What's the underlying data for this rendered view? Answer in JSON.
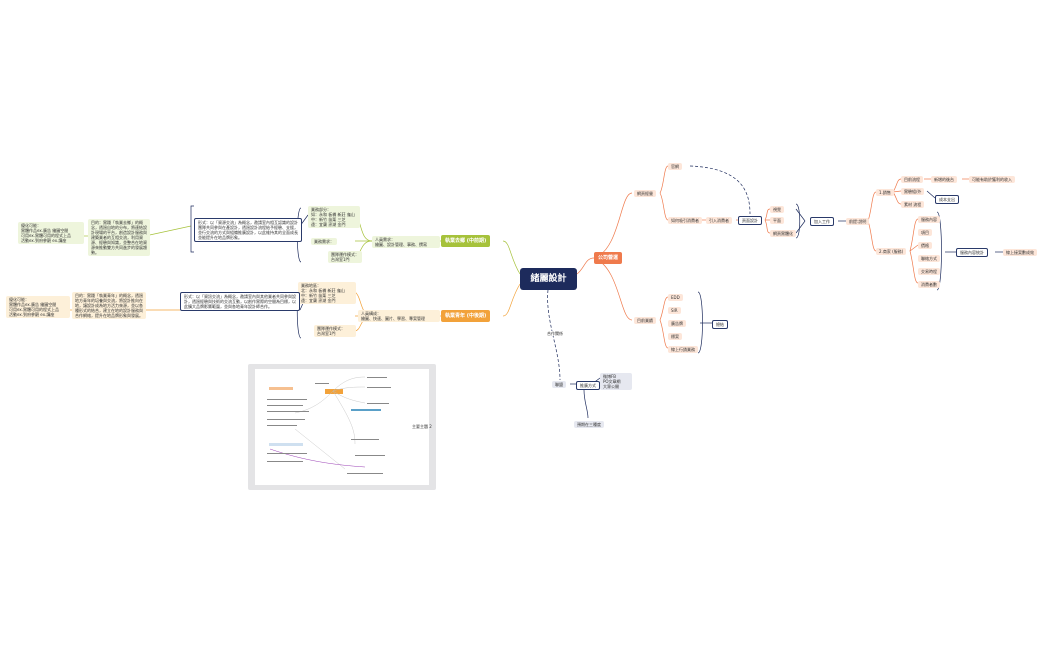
{
  "root": "緒麗設計",
  "company": {
    "label": "公司營運",
    "web": {
      "label": "網頁經營",
      "official": "官網",
      "sub": "如何吸引消費者",
      "incoming": "引入消費者",
      "design": "頁面設計",
      "design_items": [
        "視覺",
        "平面",
        "網頁實體化"
      ]
    },
    "vision": {
      "label": "目前業績",
      "items": [
        "EDD",
        "SIR",
        "廣告牌",
        "標案",
        "線上行銷業務"
      ],
      "summary": "總結"
    },
    "join": "加入工作",
    "member_talk": "前提:說明",
    "sale": {
      "label": "1.銷售",
      "items": [
        "目前流程",
        "實驗組/外",
        "素材 流程"
      ],
      "next": "新增的後台",
      "goal": "可能有助於獲利的收入",
      "cost": "成本支出"
    },
    "retail": {
      "label": "2.商家 (服務)",
      "items": [
        "服務內容",
        "項目",
        "價格",
        "聯絡方式",
        "交易時程",
        "消費者數"
      ],
      "target": "服務內容統計",
      "result": "線上接案數成效"
    }
  },
  "team_old": {
    "label": "執業去鄉 (中前期)",
    "people": "人員需求：\n繪圖、設計管理、事務、撰寫",
    "people_note": "業務需求：",
    "target": "業務部分：\n如：永和 板橋 新莊 龜山\n中：新竹 苗栗 三芝\n遠：宜蘭 澎湖 金門",
    "ops": "團隊運作模式：\n台灣室1門",
    "desc": "形式：以「資源交流」為概念，邀請室內相互認識的設計團隊共同參與在產設計，透過設計流程給予經驗、支援，並行交流的方式與組織推廣設計，以此維持其的全面成長並能提升在地品牌形象。",
    "goal": "目的：實踐「執業去鄉」的概念，透過自地的分布，將連結設計現場的平台，創造設計服務與建築業者的互相交流，利用資源、經驗與知識，並整合在地資源來推動雙方共同進步的發展趨勢。",
    "far": "優化可能：\n實體作品ex.廣告 繪圖空間\n可用ex.實體可用的程式上品\n活動ex.到府參觀 ex.講座"
  },
  "team_new": {
    "label": "執業青年 (中後期)",
    "people": "人員構成：\n繪圖、快速、圖片、學習、專案管理",
    "target": "業務地區：\n北：永和 板橋 新莊 龜山\n中：新竹 苗栗 三芝\n遠：宜蘭 澎湖 金門",
    "ops": "團隊運作模式：\n台灣室1門",
    "desc": "形式：以「資訊交流」為概念，邀請室內與其他業者共同參與設計，透過經驗與技術的交流互動，以創作實際的空間為目標，以此擴大品牌影響範圍，並與各地青年設計師合作。",
    "goal": "目的：實踐「執業青年」的概念，透過地方青年的培養與交流，將設計推向在地，讓設計成為地方活力來源，並以各種形式的結合，建立在地的設計服務與合作網絡，提升在地品牌形象與發展。",
    "far": "優化可能：\n實體作品ex.廣告 繪圖空間\n可用ex.實體可用的程式上品\n活動ex.到府參觀 ex.講座"
  },
  "cooperate": "合作關係",
  "partner": "聯盟",
  "promo": "推廣方式",
  "promo_items": [
    "微博FB",
    "PO文章網",
    "大眾公開"
  ],
  "expect": "預期在三種度",
  "image_caption": "主要主題 2"
}
